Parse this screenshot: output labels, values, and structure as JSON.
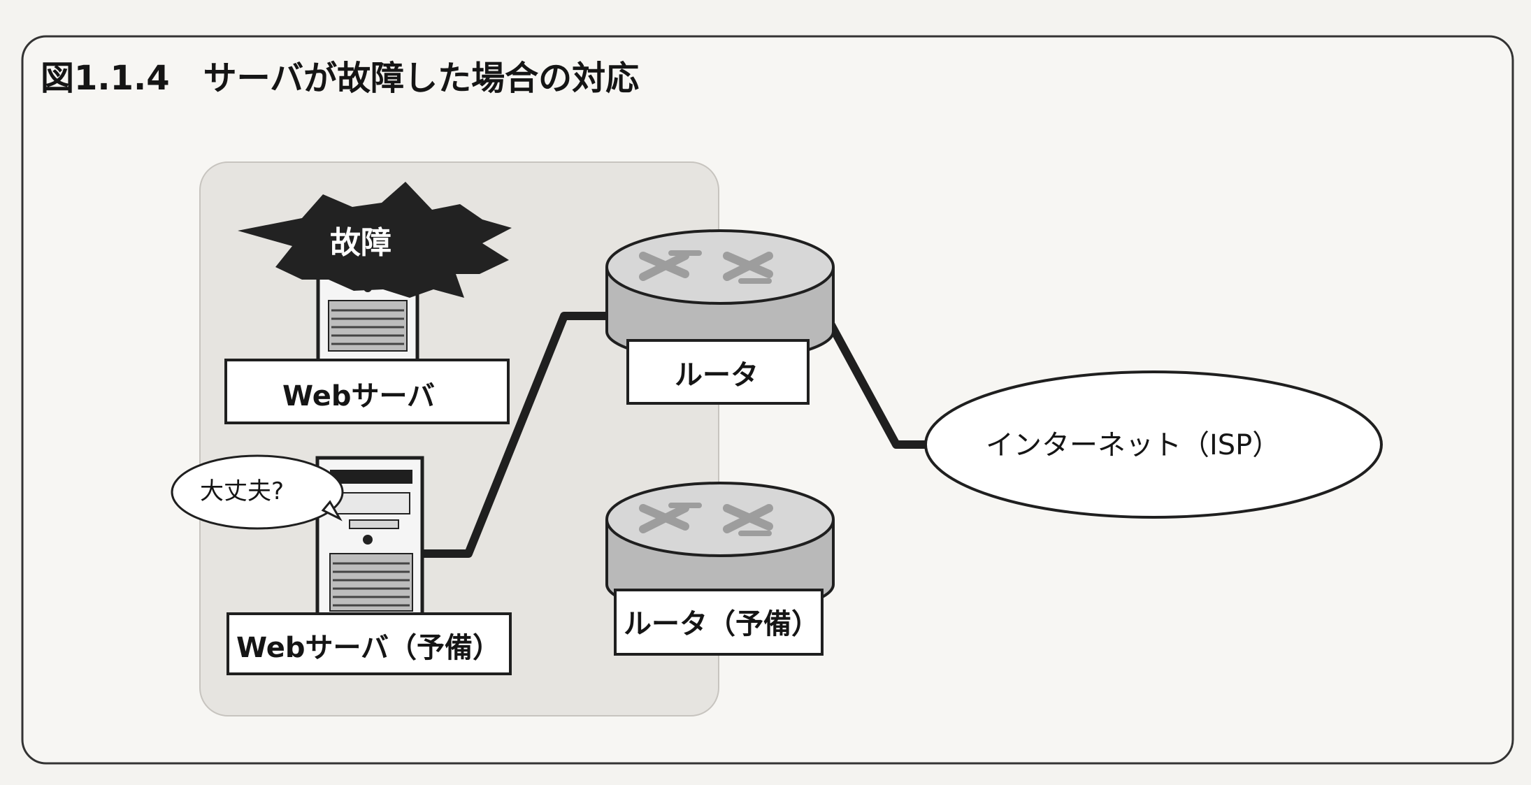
{
  "figure": {
    "title": "図1.1.4　サーバが故障した場合の対応"
  },
  "failure_burst": {
    "label": "故障"
  },
  "web_server": {
    "label": "Webサーバ"
  },
  "backup_server": {
    "label": "Webサーバ（予備）",
    "speech": "大丈夫?"
  },
  "router": {
    "label": "ルータ"
  },
  "backup_router": {
    "label": "ルータ（予備）"
  },
  "internet": {
    "label": "インターネット（ISP）"
  },
  "colors": {
    "background": "#f4f3f0",
    "frame": "#333333",
    "server_group": "#e6e4e0",
    "router_body": "#b9b9b9",
    "burst": "#222222"
  },
  "icons": [
    "server-icon",
    "router-icon",
    "failure-burst-icon",
    "speech-bubble-icon"
  ]
}
